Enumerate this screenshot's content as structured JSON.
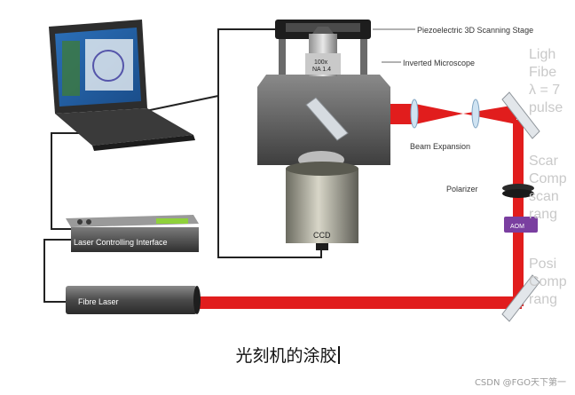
{
  "labels": {
    "stage": "Piezoelectric 3D Scanning Stage",
    "microscope": "Inverted Microscope",
    "beam_expansion": "Beam Expansion",
    "polarizer": "Polarizer",
    "aom": "AOM",
    "ccd": "CCD",
    "laser_interface": "Laser Controlling Interface",
    "fibre_laser": "Fibre Laser",
    "objective_mag": "100x",
    "objective_na": "NA 1.4"
  },
  "side_text": {
    "block1": [
      "Ligh",
      "Fibe",
      "λ = 7",
      "pulse"
    ],
    "block2": [
      "Scar",
      "Comp",
      "scan",
      "rang"
    ],
    "block3": [
      "Posi",
      "Comp",
      "rang"
    ]
  },
  "caption": "光刻机的涂胶",
  "watermark": "CSDN @FGO天下第一",
  "colors": {
    "laser": "#e11d1d",
    "body_grey": "#5a5a5a",
    "wire": "#222222"
  }
}
